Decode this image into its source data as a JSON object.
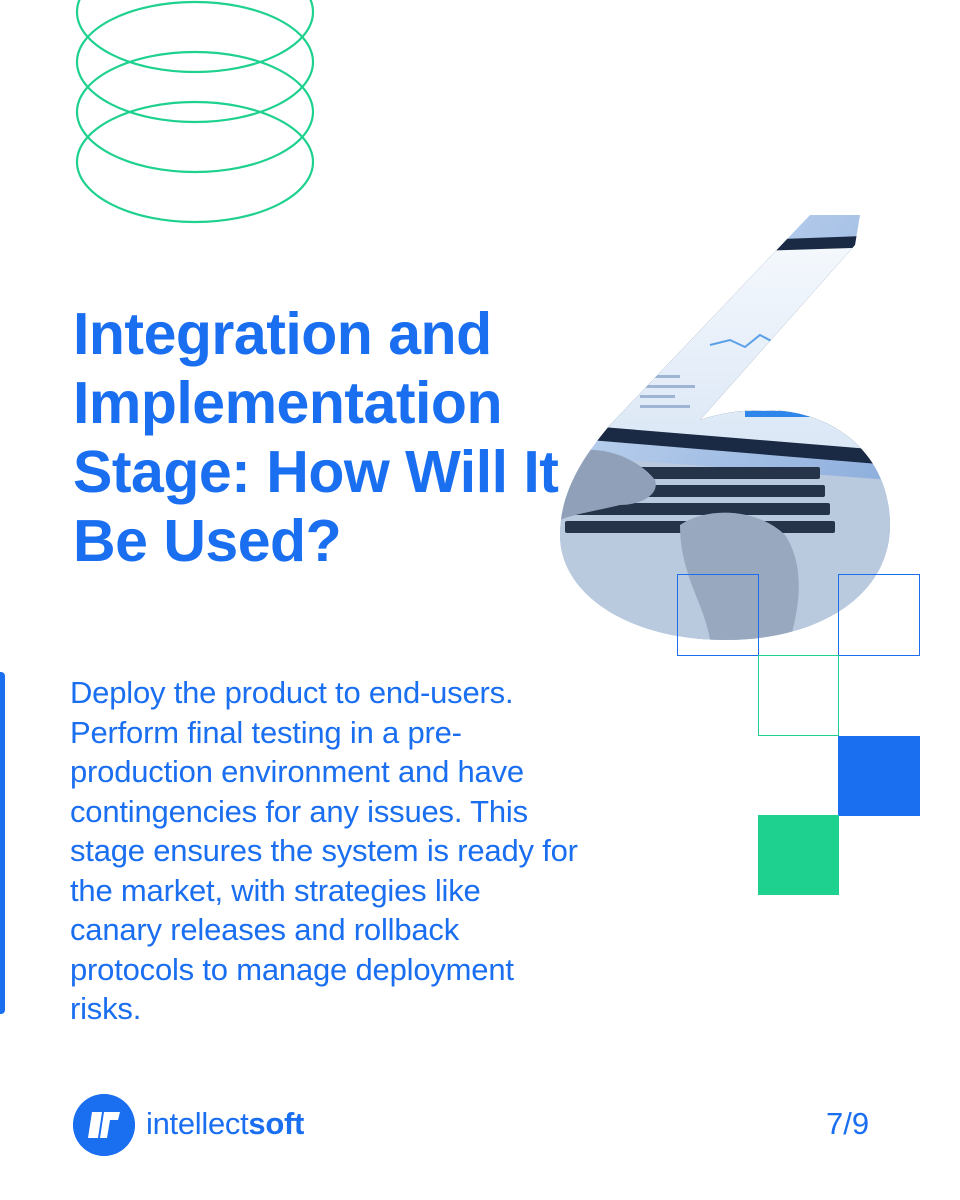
{
  "slide": {
    "title": "Integration and Implementation Stage: How Will It Be Used?",
    "body": "Deploy the product to end-users. Perform final testing in a pre-production environment and have contingencies for any issues. This stage ensures the system is ready for the market, with strategies like canary releases and rollback protocols to manage deployment risks.",
    "page_indicator": "7/9"
  },
  "brand": {
    "name_light": "intellect",
    "name_bold": "soft",
    "logo_icon": "intellectsoft-logo-icon"
  },
  "decor": {
    "rings_icon": "stacked-rings-graphic",
    "hero_image": "laptop-analytics-photo-in-number-six",
    "squares": [
      "outline-blue",
      "outline-blue",
      "outline-green",
      "filled-blue",
      "filled-green"
    ]
  },
  "colors": {
    "accent_blue": "#1a6ef0",
    "accent_green": "#1fd18e",
    "background": "#ffffff"
  }
}
